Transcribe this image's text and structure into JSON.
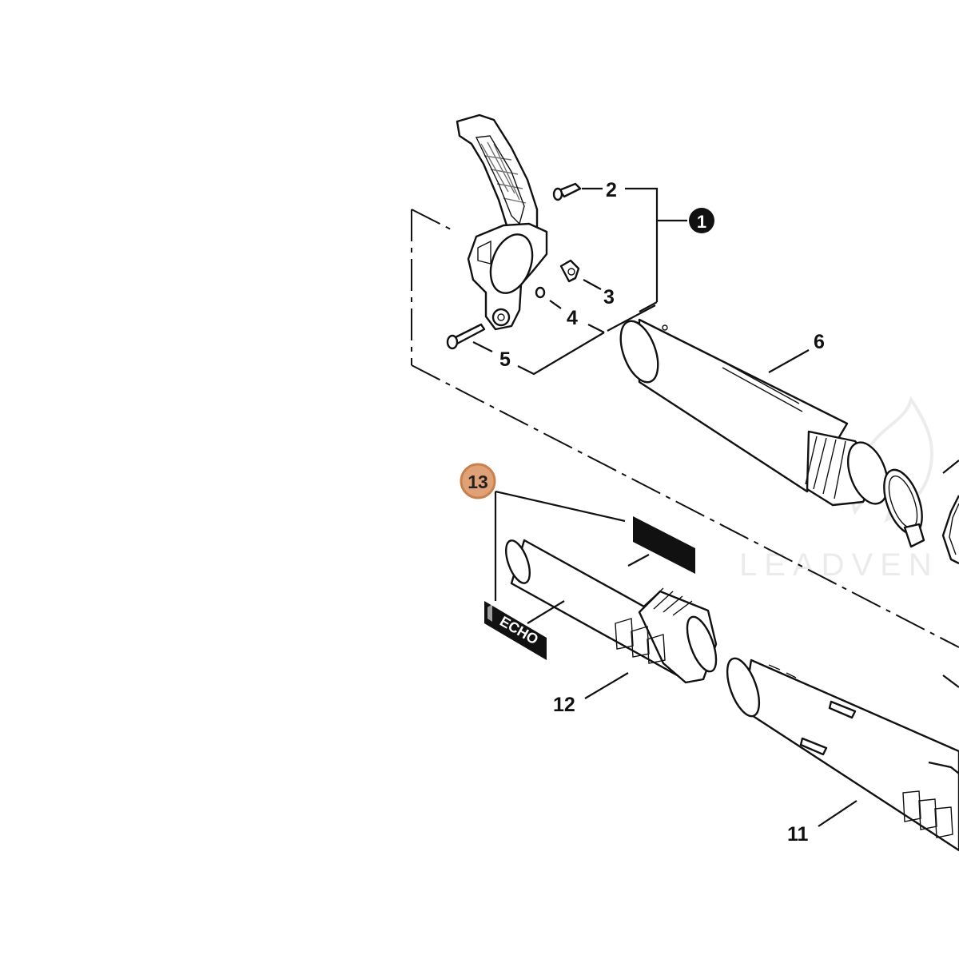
{
  "diagram": {
    "callouts": {
      "assembly": "1",
      "bolt": "2",
      "wing_nut": "3",
      "washer": "4",
      "screw": "5",
      "pipe_upper": "6",
      "pipe_lower": "11",
      "pipe_middle": "12",
      "label_set": "13"
    },
    "decal_text": "ECHO",
    "watermark_text": "LEADVEN",
    "colors": {
      "highlight_fill": "#e0a176",
      "highlight_stroke": "#c7824f",
      "line": "#111111",
      "background": "#ffffff"
    }
  }
}
